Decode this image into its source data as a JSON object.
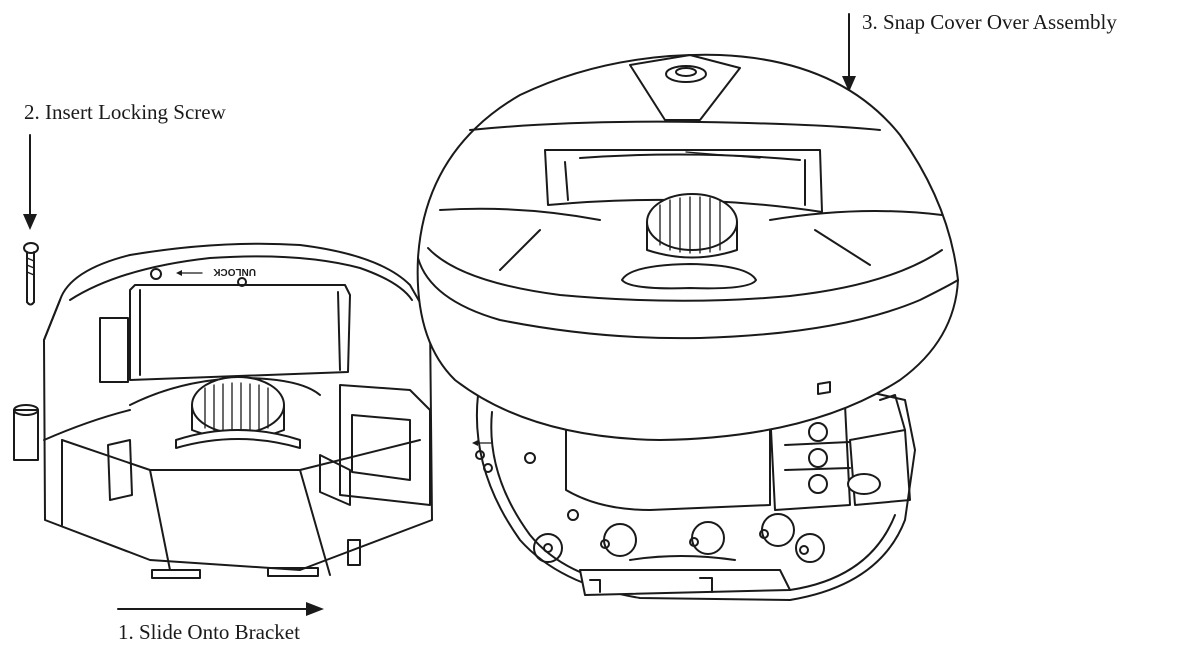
{
  "steps": {
    "step1": "1. Slide Onto Bracket",
    "step2": "2. Insert Locking Screw",
    "step3": "3. Snap Cover Over Assembly"
  },
  "device_markings": {
    "unlock": "UNLOCK"
  }
}
